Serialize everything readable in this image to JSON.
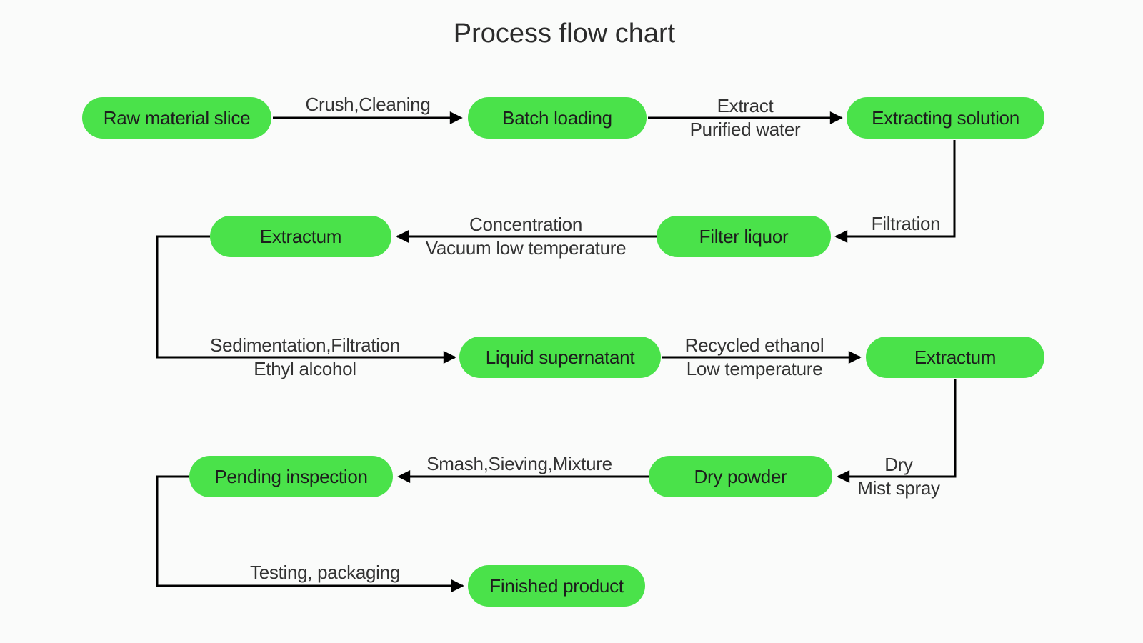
{
  "title": "Process flow chart",
  "colors": {
    "node_fill": "#4ae24a",
    "arrow": "#000000",
    "text": "#2b2b2b",
    "background": "#fafbfa"
  },
  "nodes": [
    {
      "id": "raw-material-slice",
      "label": "Raw material slice"
    },
    {
      "id": "batch-loading",
      "label": "Batch loading"
    },
    {
      "id": "extracting-solution",
      "label": "Extracting solution"
    },
    {
      "id": "extractum-1",
      "label": "Extractum"
    },
    {
      "id": "filter-liquor",
      "label": "Filter liquor"
    },
    {
      "id": "liquid-supernatant",
      "label": "Liquid supernatant"
    },
    {
      "id": "extractum-2",
      "label": "Extractum"
    },
    {
      "id": "pending-inspection",
      "label": "Pending inspection"
    },
    {
      "id": "dry-powder",
      "label": "Dry powder"
    },
    {
      "id": "finished-product",
      "label": "Finished product"
    }
  ],
  "edges": [
    {
      "from": "raw-material-slice",
      "to": "batch-loading",
      "label1": "Crush,Cleaning",
      "label2": ""
    },
    {
      "from": "batch-loading",
      "to": "extracting-solution",
      "label1": "Extract",
      "label2": "Purified water"
    },
    {
      "from": "extracting-solution",
      "to": "filter-liquor",
      "label1": "Filtration",
      "label2": ""
    },
    {
      "from": "filter-liquor",
      "to": "extractum-1",
      "label1": "Concentration",
      "label2": "Vacuum low temperature"
    },
    {
      "from": "extractum-1",
      "to": "liquid-supernatant",
      "label1": "Sedimentation,Filtration",
      "label2": "Ethyl alcohol"
    },
    {
      "from": "liquid-supernatant",
      "to": "extractum-2",
      "label1": "Recycled ethanol",
      "label2": "Low temperature"
    },
    {
      "from": "extractum-2",
      "to": "dry-powder",
      "label1": "Dry",
      "label2": "Mist spray"
    },
    {
      "from": "dry-powder",
      "to": "pending-inspection",
      "label1": "Smash,Sieving,Mixture",
      "label2": ""
    },
    {
      "from": "pending-inspection",
      "to": "finished-product",
      "label1": "Testing, packaging",
      "label2": ""
    }
  ]
}
